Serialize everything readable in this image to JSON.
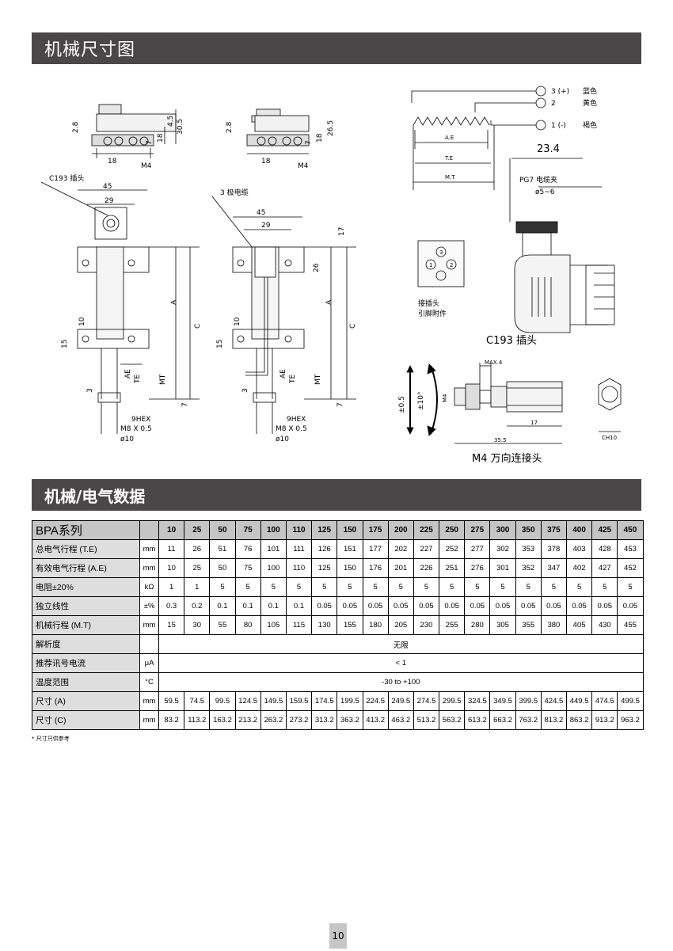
{
  "sections": {
    "mechanical_title": "机械尺寸图",
    "data_title": "机械/电气数据"
  },
  "drawing_labels": {
    "dim_2_8": "2.8",
    "dim_4_5": "4.5",
    "dim_30_5": "30.5",
    "dim_26_5": "26.5",
    "dim_18": "18",
    "dim_7": "7",
    "dim_m4": "M4",
    "dim_45": "45",
    "dim_29": "29",
    "dim_17": "17",
    "dim_26": "26",
    "dim_a": "A",
    "dim_c": "C",
    "dim_10": "10",
    "dim_15": "15",
    "dim_3": "3",
    "dim_ae": "AE",
    "dim_te": "TE",
    "dim_mt": "MT",
    "hex": "9HEX",
    "thread": "M8 X 0.5",
    "dia10": "ø10",
    "c193_plug_label": "C193 插头",
    "cable_3core": "3 极电缆",
    "pin3": "3 (+)",
    "pin3_color": "蓝色",
    "pin2": "2",
    "pin2_color": "黄色",
    "pin1": "1 (-)",
    "pin1_color": "褐色",
    "ae_label": "A.E",
    "te_label": "T.E",
    "mt_label": "M.T",
    "dim_23_4": "23.4",
    "pg7": "PG7 电缆夹",
    "dia5_6": "ø5~6",
    "connector_note_1": "接插头",
    "connector_note_2": "引脚附件",
    "c193_caption": "C193 插头",
    "pin_numbers": [
      "3",
      "1",
      "2"
    ],
    "max4": "MAX.4",
    "pm05": "±0.5",
    "pm10": "±10°",
    "dim_m4_small": "M4",
    "dim_17b": "17",
    "dim_35_5": "35.5",
    "ch10": "CH10",
    "m4_caption": "M4 万向连接头"
  },
  "table": {
    "series_label": "BPA系列",
    "models": [
      "10",
      "25",
      "50",
      "75",
      "100",
      "110",
      "125",
      "150",
      "175",
      "200",
      "225",
      "250",
      "275",
      "300",
      "350",
      "375",
      "400",
      "425",
      "450"
    ],
    "rows": [
      {
        "label": "总电气行程 (T.E)",
        "unit": "mm",
        "values": [
          "11",
          "26",
          "51",
          "76",
          "101",
          "111",
          "126",
          "151",
          "177",
          "202",
          "227",
          "252",
          "277",
          "302",
          "353",
          "378",
          "403",
          "428",
          "453"
        ]
      },
      {
        "label": "有效电气行程 (A.E)",
        "unit": "mm",
        "values": [
          "10",
          "25",
          "50",
          "75",
          "100",
          "110",
          "125",
          "150",
          "176",
          "201",
          "226",
          "251",
          "276",
          "301",
          "352",
          "347",
          "402",
          "427",
          "452"
        ]
      },
      {
        "label": "电阻±20%",
        "unit": "kΩ",
        "values": [
          "1",
          "1",
          "5",
          "5",
          "5",
          "5",
          "5",
          "5",
          "5",
          "5",
          "5",
          "5",
          "5",
          "5",
          "5",
          "5",
          "5",
          "5",
          "5"
        ]
      },
      {
        "label": "独立线性",
        "unit": "±%",
        "values": [
          "0.3",
          "0.2",
          "0.1",
          "0.1",
          "0.1",
          "0.1",
          "0.05",
          "0.05",
          "0.05",
          "0.05",
          "0.05",
          "0.05",
          "0.05",
          "0.05",
          "0.05",
          "0.05",
          "0.05",
          "0.05",
          "0.05"
        ]
      },
      {
        "label": "机械行程 (M.T)",
        "unit": "mm",
        "values": [
          "15",
          "30",
          "55",
          "80",
          "105",
          "115",
          "130",
          "155",
          "180",
          "205",
          "230",
          "255",
          "280",
          "305",
          "355",
          "380",
          "405",
          "430",
          "455"
        ]
      },
      {
        "label": "解析度",
        "unit": "",
        "span": "无限"
      },
      {
        "label": "推荐讯号电流",
        "unit": "μA",
        "span": "< 1"
      },
      {
        "label": "温度范围",
        "unit": "°C",
        "span": "-30 to +100"
      },
      {
        "label": "尺寸 (A)",
        "unit": "mm",
        "values": [
          "59.5",
          "74.5",
          "99.5",
          "124.5",
          "149.5",
          "159.5",
          "174.5",
          "199.5",
          "224.5",
          "249.5",
          "274.5",
          "299.5",
          "324.5",
          "349.5",
          "399.5",
          "424.5",
          "449.5",
          "474.5",
          "499.5"
        ]
      },
      {
        "label": "尺寸 (C)",
        "unit": "mm",
        "values": [
          "83.2",
          "113.2",
          "163.2",
          "213.2",
          "263.2",
          "273.2",
          "313.2",
          "363.2",
          "413.2",
          "463.2",
          "513.2",
          "563.2",
          "613.2",
          "663.2",
          "763.2",
          "813.2",
          "863.2",
          "913.2",
          "963.2"
        ]
      }
    ]
  },
  "footnote": "* 尺寸只供参考",
  "page_number": "10"
}
